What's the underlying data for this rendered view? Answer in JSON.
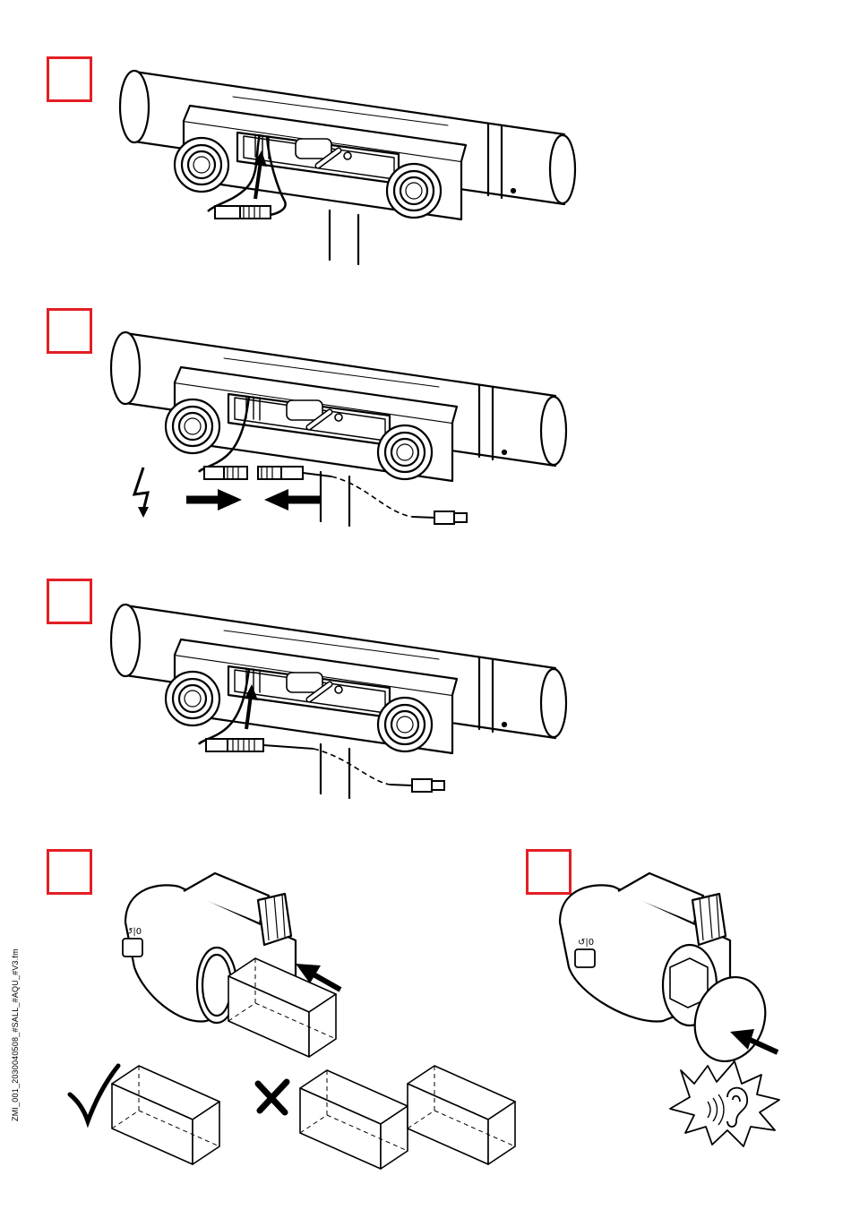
{
  "steps": [
    {
      "id": "step-1",
      "number": ""
    },
    {
      "id": "step-2",
      "number": ""
    },
    {
      "id": "step-3",
      "number": ""
    },
    {
      "id": "step-4",
      "number": ""
    },
    {
      "id": "step-5",
      "number": ""
    }
  ],
  "colors": {
    "step_box": "#e31e24",
    "line": "#000000",
    "background": "#ffffff"
  },
  "icons": [
    "lightning-icon",
    "arrow-icon",
    "checkmark-icon",
    "cross-icon",
    "ear-sound-icon"
  ],
  "footer": {
    "file_label": "ZMI_001_2030040508_#SALL_#AQU_#V3.fm"
  }
}
